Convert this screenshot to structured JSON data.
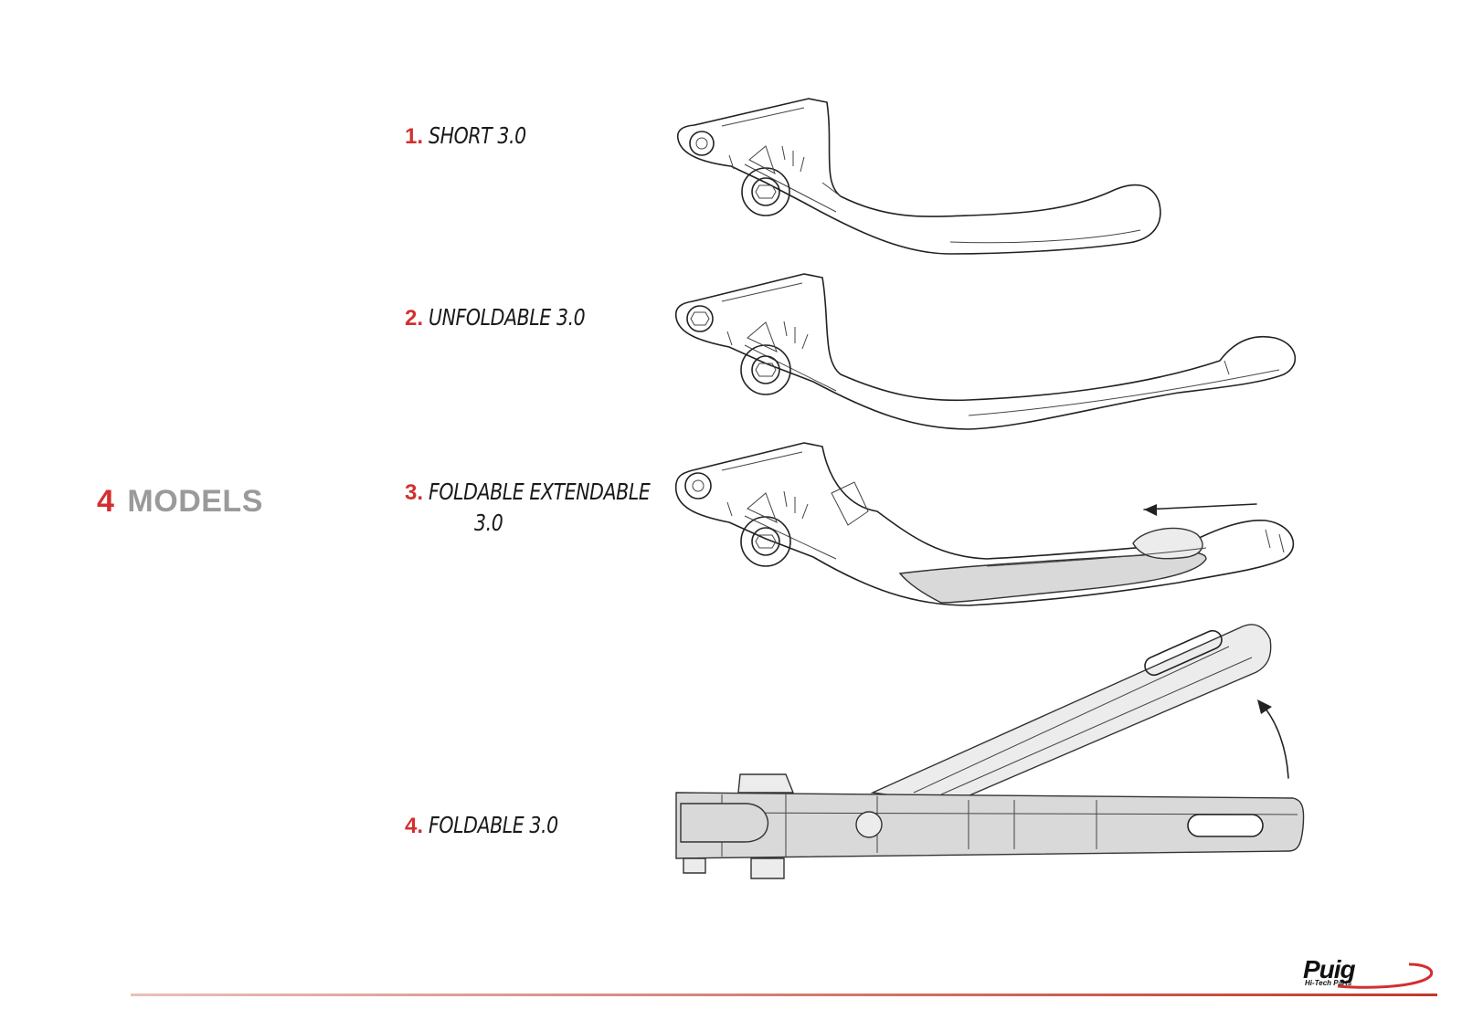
{
  "section": {
    "number": "4",
    "title": "MODELS"
  },
  "models": [
    {
      "index": "1.",
      "name": "SHORT 3.0",
      "name_line2": ""
    },
    {
      "index": "2.",
      "name": "UNFOLDABLE 3.0",
      "name_line2": ""
    },
    {
      "index": "3.",
      "name": "FOLDABLE EXTENDABLE",
      "name_line2": "3.0"
    },
    {
      "index": "4.",
      "name": "FOLDABLE 3.0",
      "name_line2": ""
    }
  ],
  "brand": {
    "wordmark": "Puig",
    "tagline": "Hi-Tech Parts"
  },
  "colors": {
    "accent": "#d32f2f",
    "heading_grey": "#9a9a9a",
    "ink": "#1a1a1a",
    "footer_line": "#c0392b"
  },
  "icons": [
    "lever-short-drawing",
    "lever-unfoldable-drawing",
    "lever-foldable-extendable-drawing",
    "lever-foldable-drawing",
    "extend-arrow-icon",
    "fold-arrow-icon",
    "puig-logo"
  ]
}
